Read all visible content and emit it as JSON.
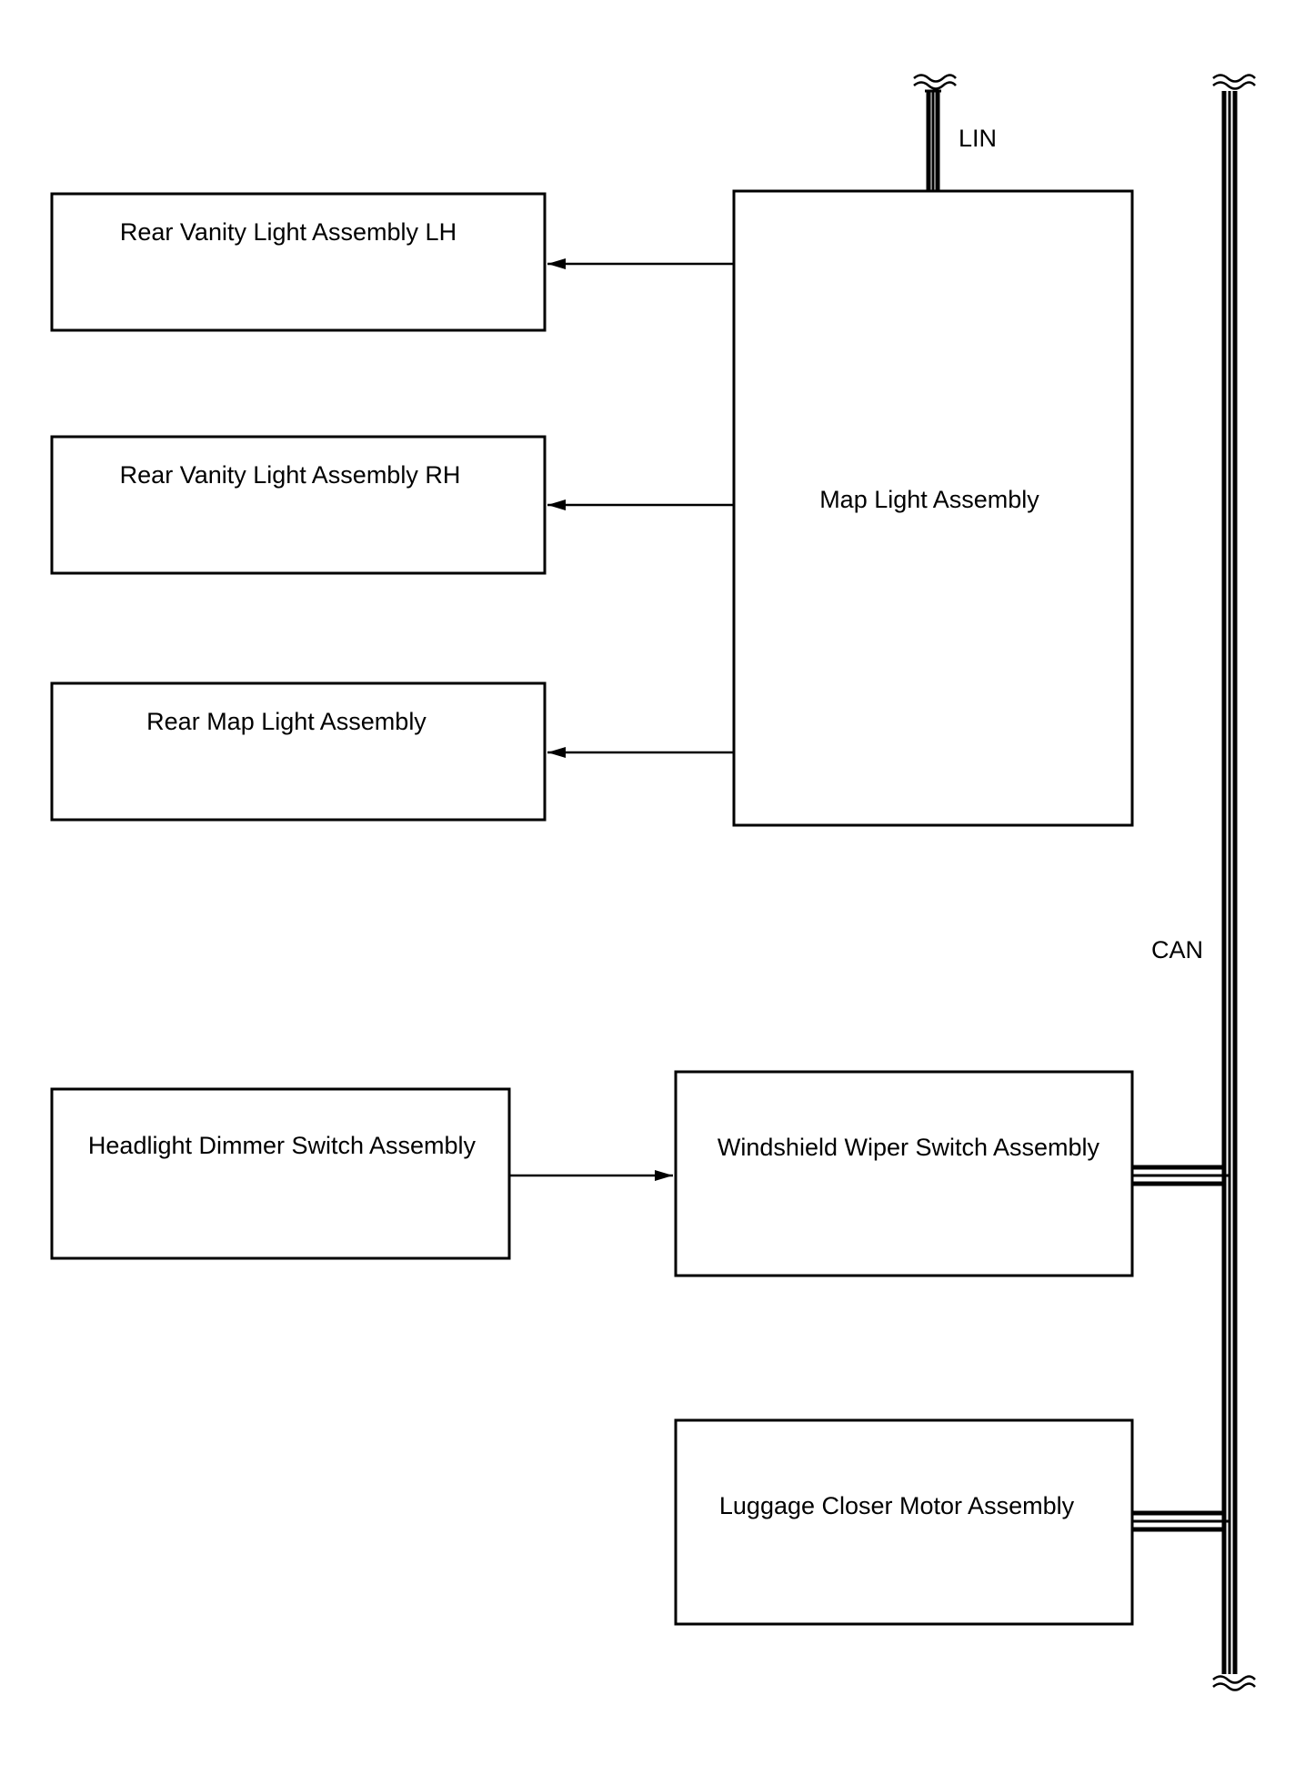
{
  "blocks": {
    "rear_vanity_lh": "Rear Vanity Light Assembly LH",
    "rear_vanity_rh": "Rear Vanity Light Assembly RH",
    "rear_map_light": "Rear Map Light Assembly",
    "map_light": "Map Light Assembly",
    "headlight_dimmer": "Headlight Dimmer Switch Assembly",
    "windshield_wiper": "Windshield Wiper Switch Assembly",
    "luggage_closer": "Luggage Closer Motor Assembly"
  },
  "buses": {
    "lin": "LIN",
    "can": "CAN"
  },
  "connections": [
    {
      "from": "Map Light Assembly",
      "to": "Rear Vanity Light Assembly LH"
    },
    {
      "from": "Map Light Assembly",
      "to": "Rear Vanity Light Assembly RH"
    },
    {
      "from": "Map Light Assembly",
      "to": "Rear Map Light Assembly"
    },
    {
      "from": "Headlight Dimmer Switch Assembly",
      "to": "Windshield Wiper Switch Assembly"
    }
  ]
}
